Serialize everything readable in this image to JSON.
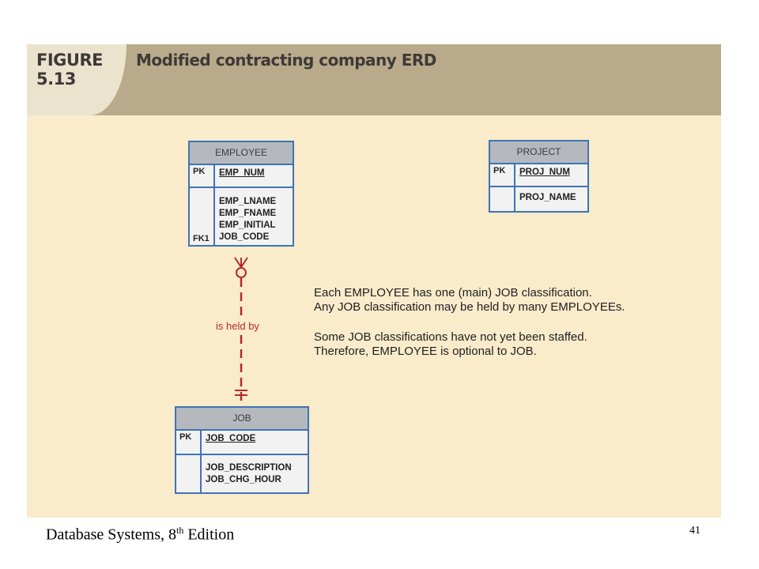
{
  "figure": {
    "label_line1": "FIGURE",
    "label_line2": "5.13",
    "title": "Modified contracting company ERD"
  },
  "entities": {
    "employee": {
      "name": "EMPLOYEE",
      "pk_key": "PK",
      "pk_attr": "EMP_NUM",
      "attributes": [
        "EMP_LNAME",
        "EMP_FNAME",
        "EMP_INITIAL",
        "JOB_CODE"
      ],
      "fk_key": "FK1"
    },
    "project": {
      "name": "PROJECT",
      "pk_key": "PK",
      "pk_attr": "PROJ_NUM",
      "attributes": [
        "PROJ_NAME"
      ]
    },
    "job": {
      "name": "JOB",
      "pk_key": "PK",
      "pk_attr": "JOB_CODE",
      "attributes": [
        "JOB_DESCRIPTION",
        "JOB_CHG_HOUR"
      ]
    }
  },
  "relationship": {
    "label": "is held by"
  },
  "notes": {
    "line1": "Each EMPLOYEE has one (main) JOB classification.",
    "line2": "Any JOB classification may be held by many EMPLOYEEs.",
    "line3": "Some JOB classifications have not yet been staffed.",
    "line4": "Therefore, EMPLOYEE is optional to JOB."
  },
  "footer": {
    "book": "Database Systems, 8",
    "book_sup": "th",
    "book_suffix": " Edition",
    "page_number": "41"
  },
  "colors": {
    "figure_background": "#faebcb",
    "header_band": "#b9aa8c",
    "entity_border": "#3e74b6",
    "relationship_line": "#b32b2b"
  }
}
